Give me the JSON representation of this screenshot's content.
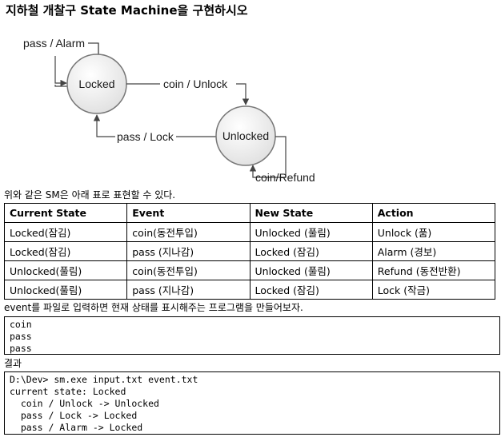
{
  "title": "지하철 개찰구 State Machine을 구현하시오",
  "diagram": {
    "states": {
      "locked": "Locked",
      "unlocked": "Unlocked"
    },
    "transitions": {
      "pass_alarm": "pass / Alarm",
      "coin_unlock": "coin / Unlock",
      "pass_lock": "pass / Lock",
      "coin_refund": "coin/Refund"
    }
  },
  "caption1": "위와 같은 SM은 아래 표로 표현할 수 있다.",
  "table": {
    "headers": [
      "Current State",
      "Event",
      "New State",
      "Action"
    ],
    "rows": [
      [
        "Locked(잠김)",
        "coin(동전투입)",
        "Unlocked (풀림)",
        "Unlock (품)"
      ],
      [
        "Locked(잠김)",
        "pass (지나감)",
        "Locked (잠김)",
        "Alarm (경보)"
      ],
      [
        "Unlocked(풀림)",
        "coin(동전투입)",
        "Unlocked (풀림)",
        "Refund (동전반환)"
      ],
      [
        "Unlocked(풀림)",
        "pass (지나감)",
        "Locked (잠김)",
        "Lock (작금)"
      ]
    ]
  },
  "caption2": "event를 파일로 입력하면 현재 상태를 표시해주는 프로그램을 만들어보자.",
  "input_lines": [
    "coin",
    "pass",
    "pass"
  ],
  "caption3": "결과",
  "output_lines": [
    "D:\\Dev> sm.exe input.txt event.txt",
    "current state: Locked",
    "  coin / Unlock -> Unlocked",
    "  pass / Lock -> Locked",
    "  pass / Alarm -> Locked"
  ]
}
